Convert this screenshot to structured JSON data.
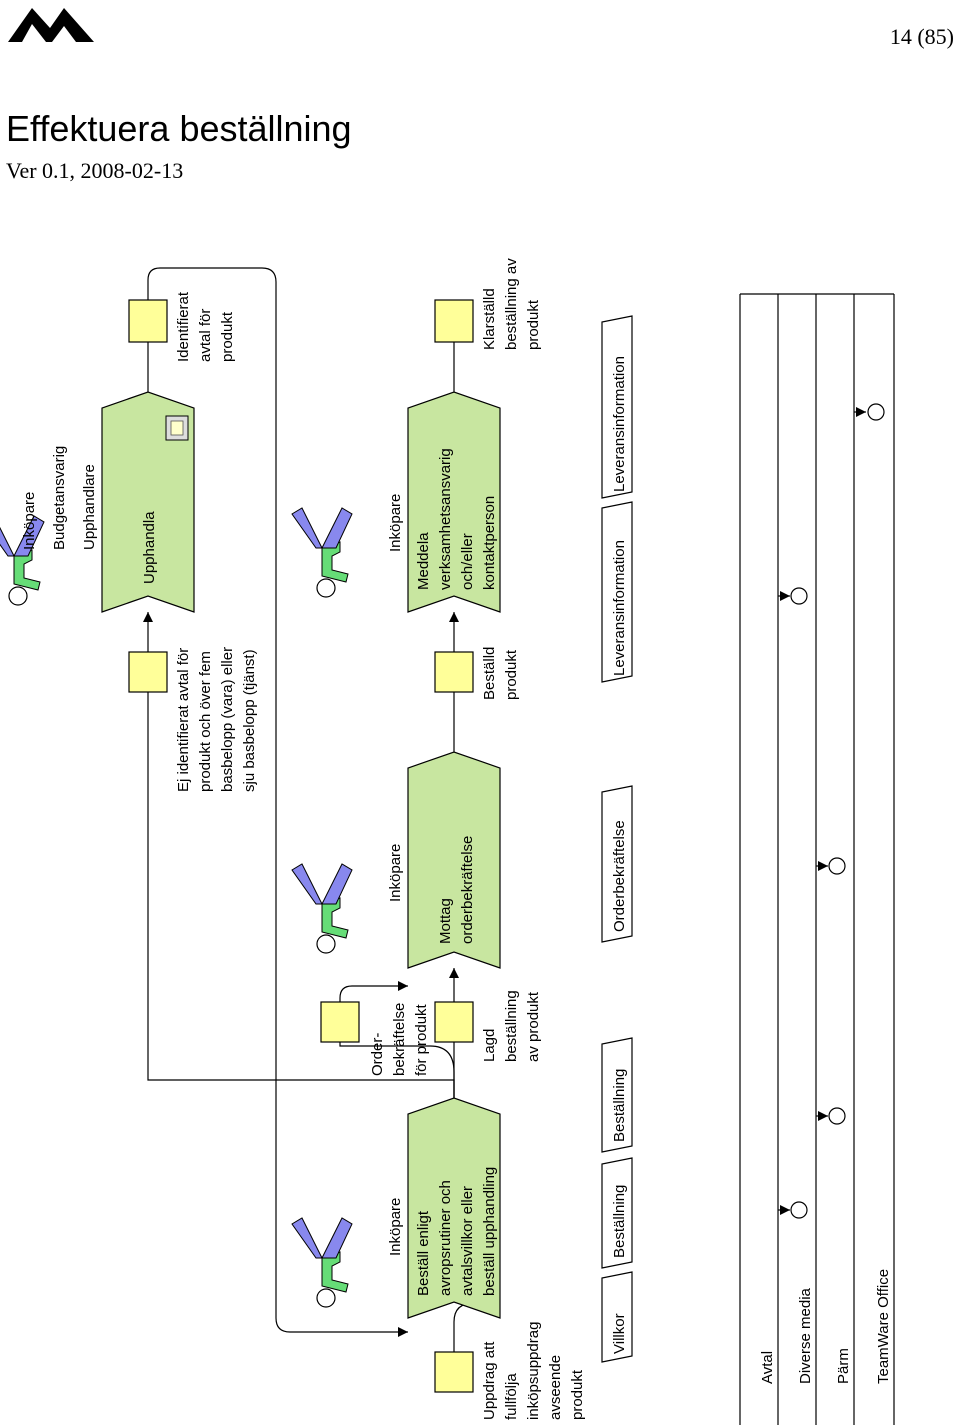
{
  "header": {
    "page_number": "14 (85)",
    "title": "Effektuera beställning",
    "version": "Ver 0.1, 2008-02-13"
  },
  "colors": {
    "activity_fill": "#c8e6a0",
    "document_fill": "#ffff99",
    "person_body": "#66dd77",
    "person_legs": "#8888ee"
  },
  "roles": {
    "top_group": [
      "Inköpare",
      "Budgetansvarig",
      "Upphandlare"
    ],
    "act1": "Inköpare",
    "act2": "Inköpare",
    "act3": "Inköpare"
  },
  "activities": {
    "upphandla": "Upphandla",
    "act1": [
      "Beställ enligt",
      "avropsrutiner och",
      "avtalsvillkor eller",
      "beställ upphandling"
    ],
    "act2": [
      "Mottag",
      "orderbekräftelse"
    ],
    "act3": [
      "Meddela",
      "verksamhetsansvarig",
      "och/eller",
      "kontaktperson"
    ]
  },
  "documents": {
    "uppdrag": [
      "Uppdrag att",
      "fullfölja",
      "inköpsuppdrag",
      "avseende",
      "produkt"
    ],
    "ej_identifierat": [
      "Ej identifierat avtal för",
      "produkt och över fem",
      "basbelopp (vara) eller",
      "sju basbelopp (tjänst)"
    ],
    "identifierat": [
      "Identifierat",
      "avtal för",
      "produkt"
    ],
    "orderbekraftelse": [
      "Order-",
      "bekräftelse",
      "för produkt"
    ],
    "lagd": [
      "Lagd",
      "beställning",
      "av produkt"
    ],
    "bestalld": [
      "Beställd",
      "produkt"
    ],
    "klarstalld": [
      "Klarställd",
      "beställning av",
      "produkt"
    ]
  },
  "information": {
    "villkor": "Villkor",
    "bestallning1": "Beställning",
    "bestallning2": "Beställning",
    "orderbekraftelse": "Orderbekräftelse",
    "leverans1": "Leveransinformation",
    "leverans2": "Leveransinformation"
  },
  "systems": {
    "avtal": "Avtal",
    "diverse_media": "Diverse media",
    "parm": "Pärm",
    "teamware": "TeamWare Office"
  }
}
